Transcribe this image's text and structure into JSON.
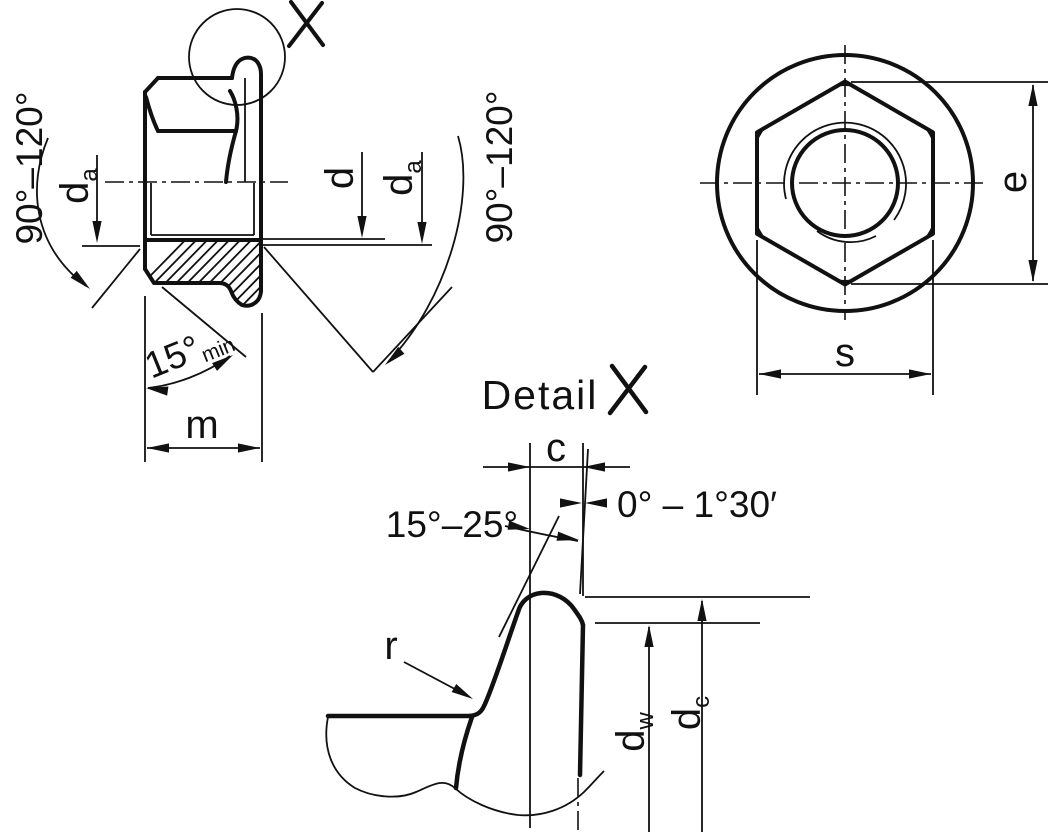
{
  "drawing": {
    "ref_mark": "X",
    "colors": {
      "ink": "#111111",
      "background": "#ffffff"
    },
    "section_view": {
      "chamfer_angle_left": "90°–120°",
      "chamfer_angle_right": "90°–120°",
      "thread_diameter": "d",
      "countersink_diameter": {
        "main": "d",
        "sub": "a"
      },
      "flange_cone_angle": {
        "main": "15°",
        "sub": "min"
      },
      "nut_height": "m"
    },
    "top_view": {
      "width_across_corners": "e",
      "width_across_flats": "s"
    },
    "detail_view": {
      "title": "Detail",
      "ref": "X",
      "land_width": "c",
      "draft_angle": "0° – 1°30′",
      "cone_angle": "15°–25°",
      "fillet_radius": "r",
      "bearing_face_diameter": {
        "main": "d",
        "sub": "w"
      },
      "flange_diameter": {
        "main": "d",
        "sub": "c"
      }
    }
  }
}
